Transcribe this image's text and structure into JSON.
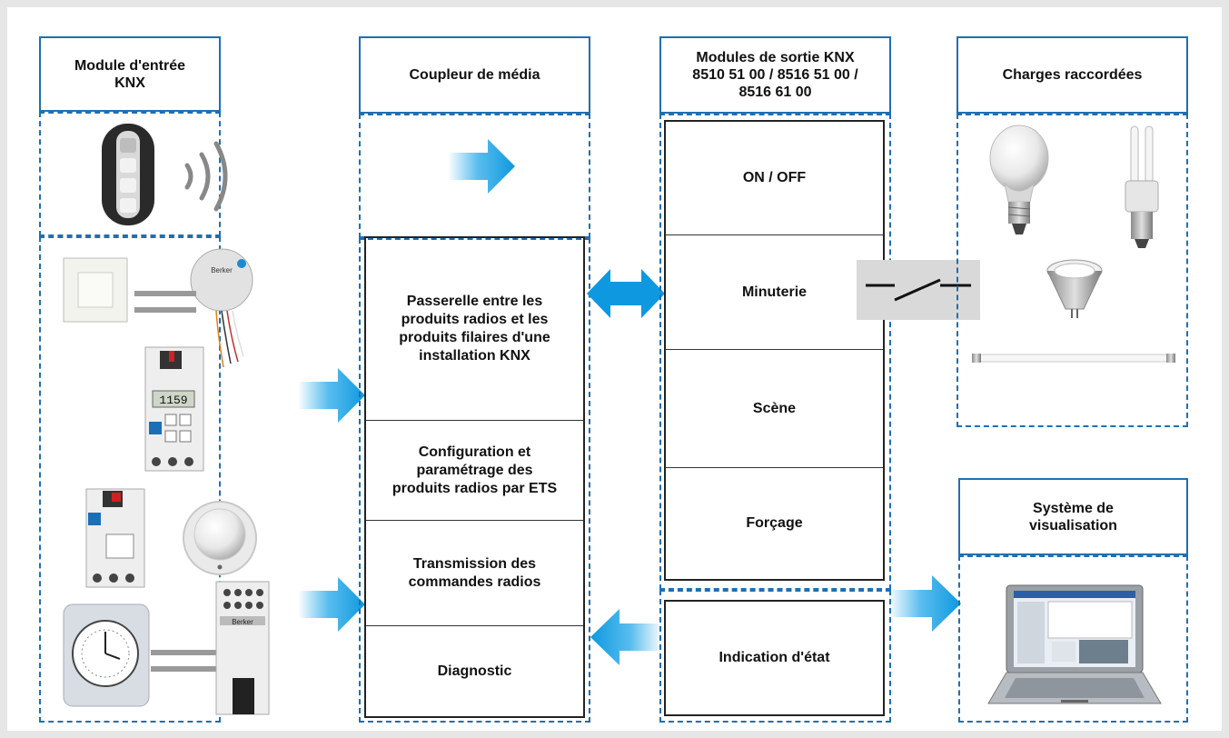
{
  "columns": {
    "input": {
      "title": "Module d'entrée\nKNX"
    },
    "coupler": {
      "title": "Coupleur de média",
      "functions": [
        "Passerelle entre les\nproduits radios et les\nproduits filaires d'une\ninstallation KNX",
        "Configuration et\nparamétrage des\nproduits radios par ETS",
        "Transmission des\ncommandes radios",
        "Diagnostic"
      ]
    },
    "output": {
      "title": "Modules de sortie KNX\n8510 51 00 / 8516 51 00 /\n8516 61 00",
      "functions": [
        "ON / OFF",
        "Minuterie",
        "Scène",
        "Forçage"
      ],
      "status": "Indication d'état"
    },
    "loads": {
      "title": "Charges raccordées"
    },
    "visualisation": {
      "title": "Système de\nvisualisation"
    }
  },
  "product_labels": {
    "brand": "Berker",
    "timer_display": "1159"
  },
  "colors": {
    "border": "#1f6fb2",
    "arrow": "#12a0e6"
  }
}
